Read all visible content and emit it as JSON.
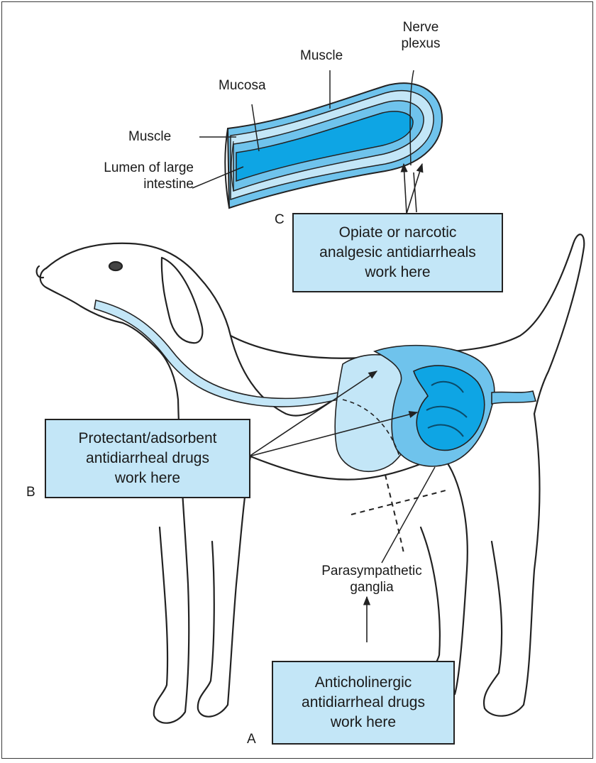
{
  "labels": {
    "nerve_plexus": [
      "Nerve",
      "plexus"
    ],
    "muscle_outer": "Muscle",
    "mucosa": "Mucosa",
    "muscle_inner": "Muscle",
    "lumen": [
      "Lumen of large",
      "intestine"
    ],
    "parasympathetic": [
      "Parasympathetic",
      "ganglia"
    ]
  },
  "boxes": {
    "C": {
      "letter": "C",
      "lines": [
        "Opiate or narcotic",
        "analgesic antidiarrheals",
        "work here"
      ]
    },
    "B": {
      "letter": "B",
      "lines": [
        "Protectant/adsorbent",
        "antidiarrheal drugs",
        "work here"
      ]
    },
    "A": {
      "letter": "A",
      "lines": [
        "Anticholinergic",
        "antidiarrheal drugs",
        "work here"
      ]
    }
  },
  "colors": {
    "intestine_light": "#c3e6f7",
    "intestine_mid": "#6fc3ec",
    "intestine_dark": "#0ea5e4",
    "outline": "#222222"
  }
}
